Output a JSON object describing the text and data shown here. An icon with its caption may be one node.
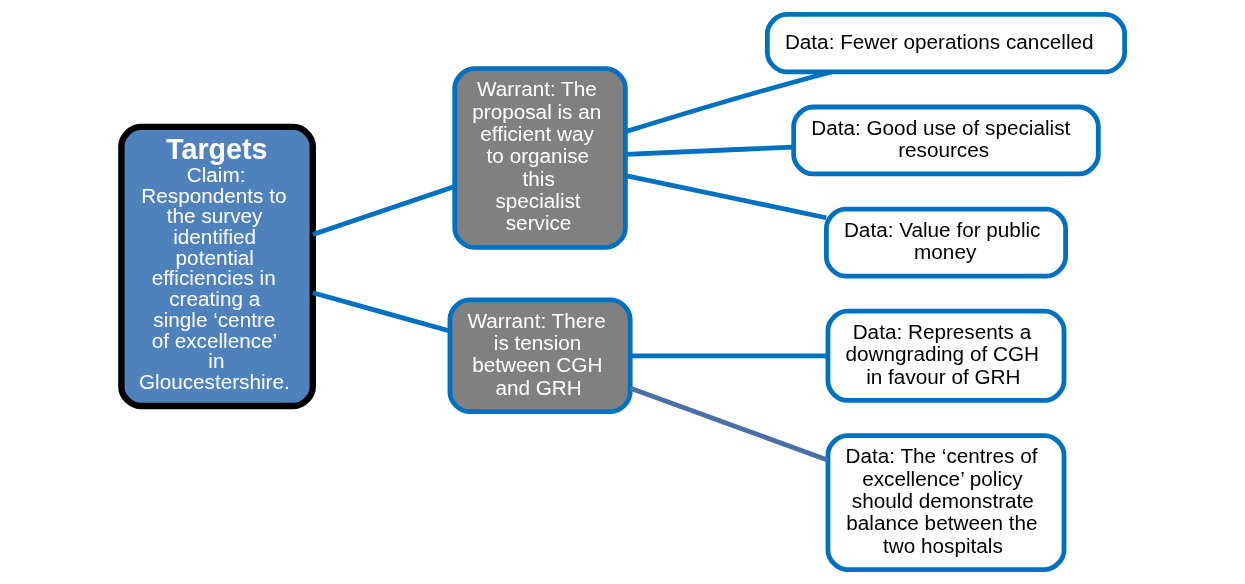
{
  "diagram": {
    "nodes": [
      {
        "text": [
          "Targets",
          "Claim: Respondents to the survey identified potential efficiencies in creating a single ‘centre of excellence’ in Gloucestershire."
        ]
      },
      {
        "text": [
          "Warrant: The proposal is an efficient way to organise this specialist service"
        ]
      },
      {
        "text": [
          "Data: Fewer operations cancelled"
        ]
      },
      {
        "text": [
          "Data: Good use of specialist resources"
        ]
      },
      {
        "text": [
          "Data: Value for public money"
        ]
      },
      {
        "text": [
          "Warrant: There is tension between CGH and GRH"
        ]
      },
      {
        "text": [
          "Data: Represents a downgrading of CGH in favour of GRH"
        ]
      },
      {
        "text": [
          "Data: The ‘centres of excellence’ policy should demonstrate balance between the two hospitals"
        ]
      }
    ],
    "edges": [
      {
        "from": 0,
        "to": 1,
        "arrow": "none"
      },
      {
        "from": 0,
        "to": 5,
        "arrow": "none"
      },
      {
        "from": 1,
        "to": 2,
        "arrow": "none"
      },
      {
        "from": 1,
        "to": 3,
        "arrow": "none"
      },
      {
        "from": 1,
        "to": 4,
        "arrow": "none"
      },
      {
        "from": 5,
        "to": 6,
        "arrow": "none"
      },
      {
        "from": 5,
        "to": 7,
        "arrow": "none",
        "color": "#4a6fa5"
      }
    ]
  }
}
